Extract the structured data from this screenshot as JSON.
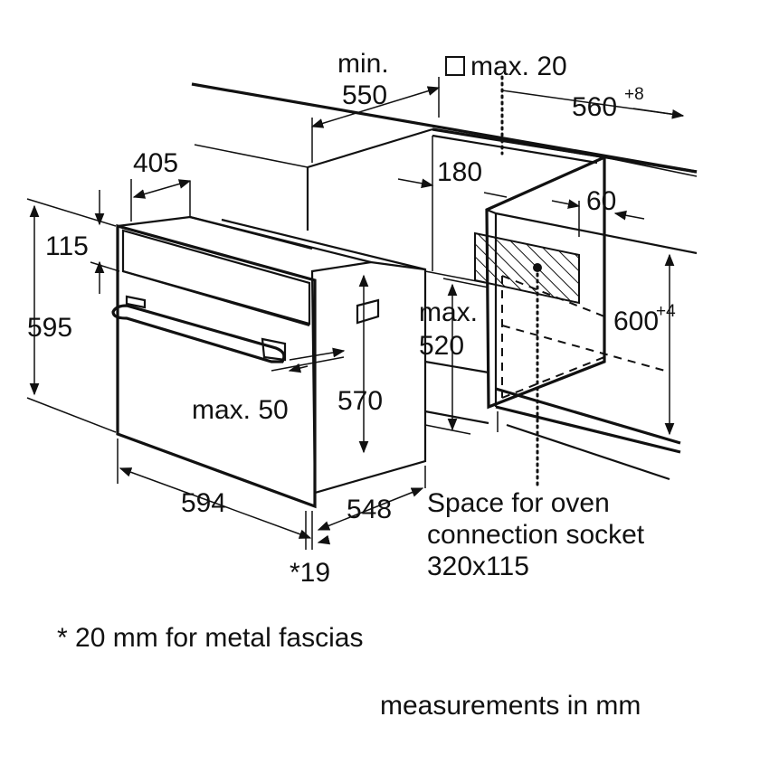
{
  "labels": {
    "min": "min.",
    "depth_550": "550",
    "max20": "max. 20",
    "width_560": "560",
    "width_560_tol": "+8",
    "depth_405": "405",
    "gap_180": "180",
    "gap_60": "60",
    "height_115": "115",
    "height_595": "595",
    "max": "max.",
    "depth_520": "520",
    "height_600": "600",
    "height_600_tol": "+4",
    "max50": "max. 50",
    "height_570": "570",
    "width_594": "594",
    "depth_548": "548",
    "fascia_19": "*19"
  },
  "socket_note": {
    "line1": "Space for oven",
    "line2": "connection socket",
    "line3": "320x115"
  },
  "footnote": "* 20 mm for metal fascias",
  "units_note": "measurements in mm"
}
